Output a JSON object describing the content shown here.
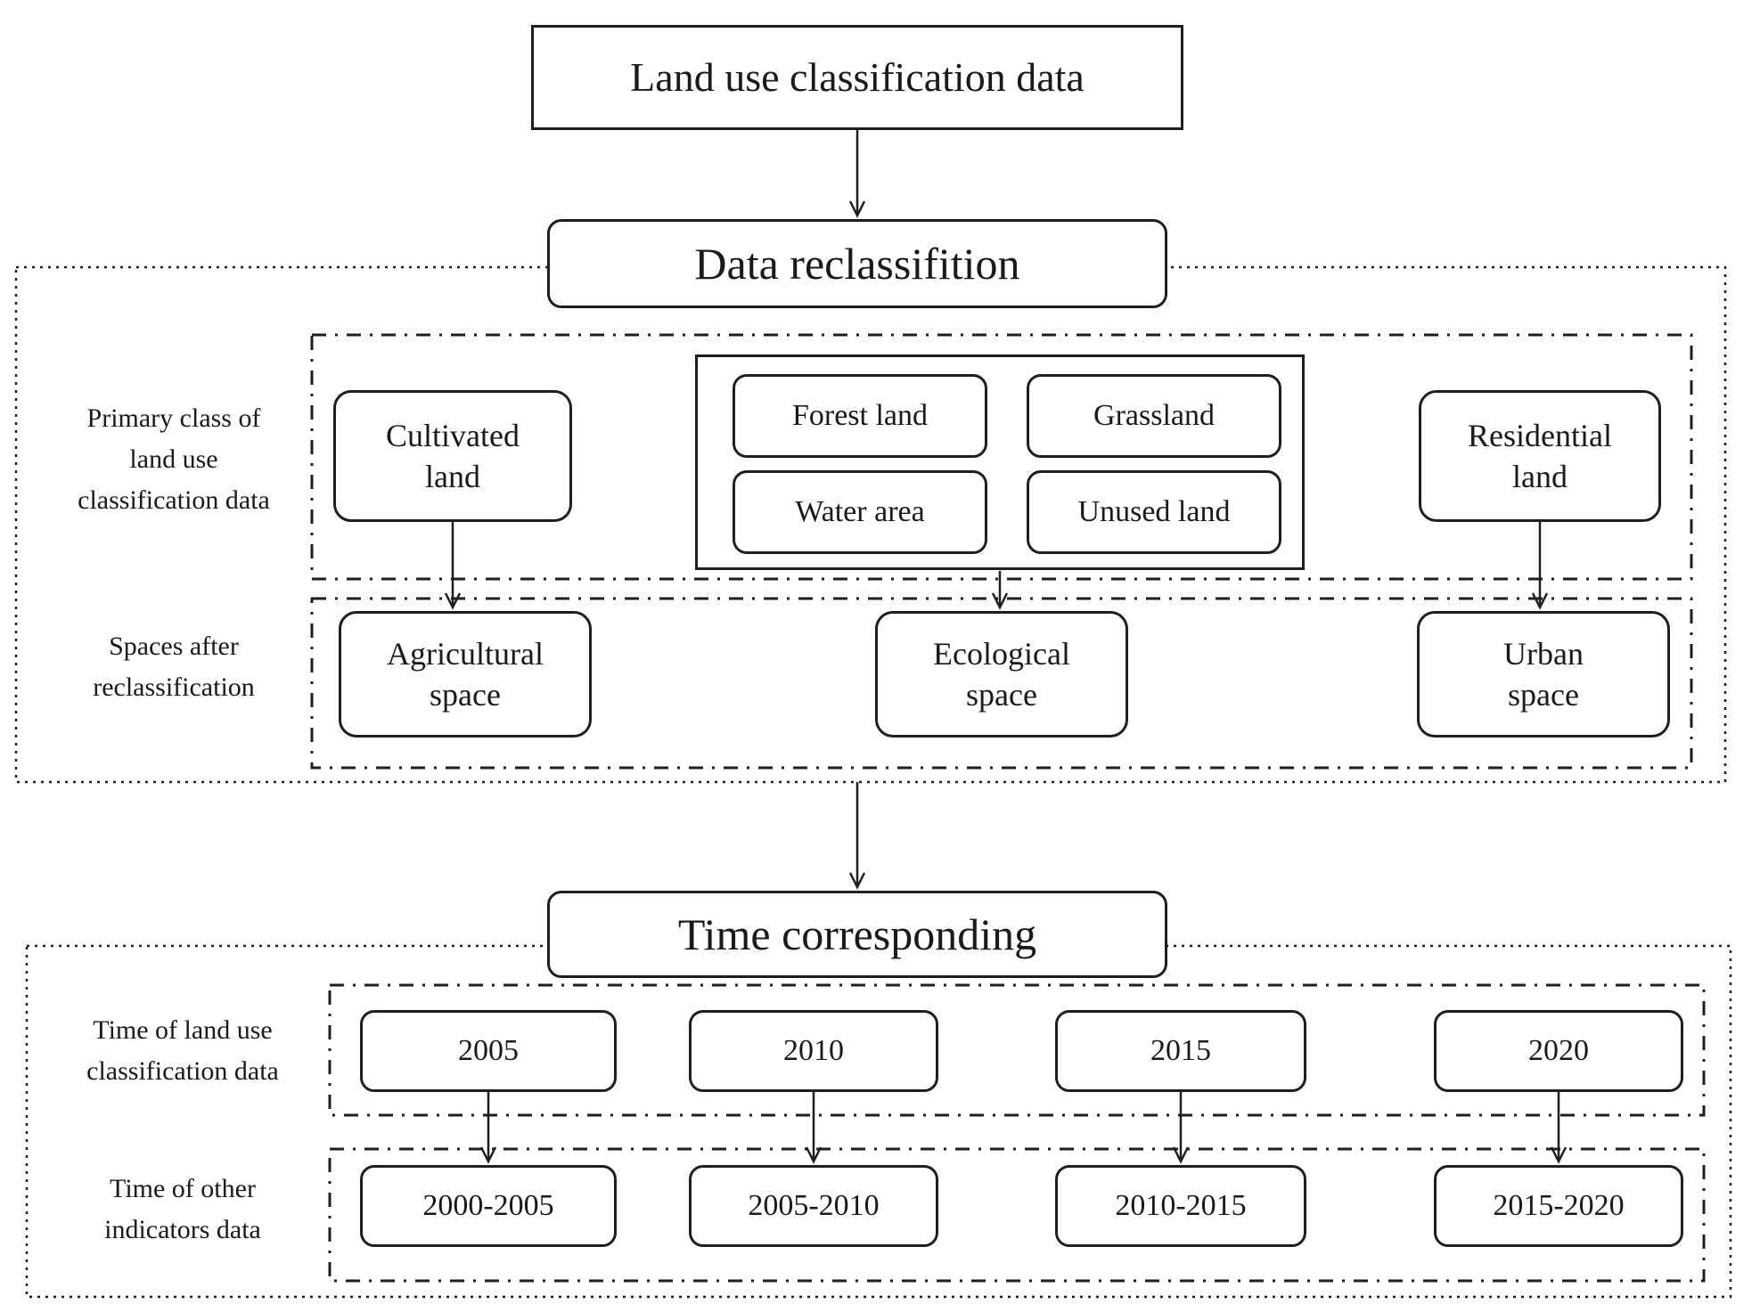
{
  "title_box": {
    "label": "Land use classification data"
  },
  "reclassification": {
    "title": "Data reclassifition",
    "primary_label": "Primary class of\nland use\nclassification data",
    "spaces_label": "Spaces after\nreclassification",
    "primary_boxes": {
      "cultivated": "Cultivated\nland",
      "forest": "Forest land",
      "grassland": "Grassland",
      "water": "Water area",
      "unused": "Unused land",
      "residential": "Residential\nland"
    },
    "space_boxes": {
      "agricultural": "Agricultural\nspace",
      "ecological": "Ecological\nspace",
      "urban": "Urban\nspace"
    }
  },
  "time_corresponding": {
    "title": "Time corresponding",
    "landuse_time_label": "Time of land use\nclassification data",
    "indicators_time_label": "Time of other\nindicators data",
    "landuse_years": [
      "2005",
      "2010",
      "2015",
      "2020"
    ],
    "indicator_periods": [
      "2000-2005",
      "2005-2010",
      "2010-2015",
      "2015-2020"
    ]
  },
  "colors": {
    "ink": "#1f1f1f",
    "background": "#ffffff"
  }
}
